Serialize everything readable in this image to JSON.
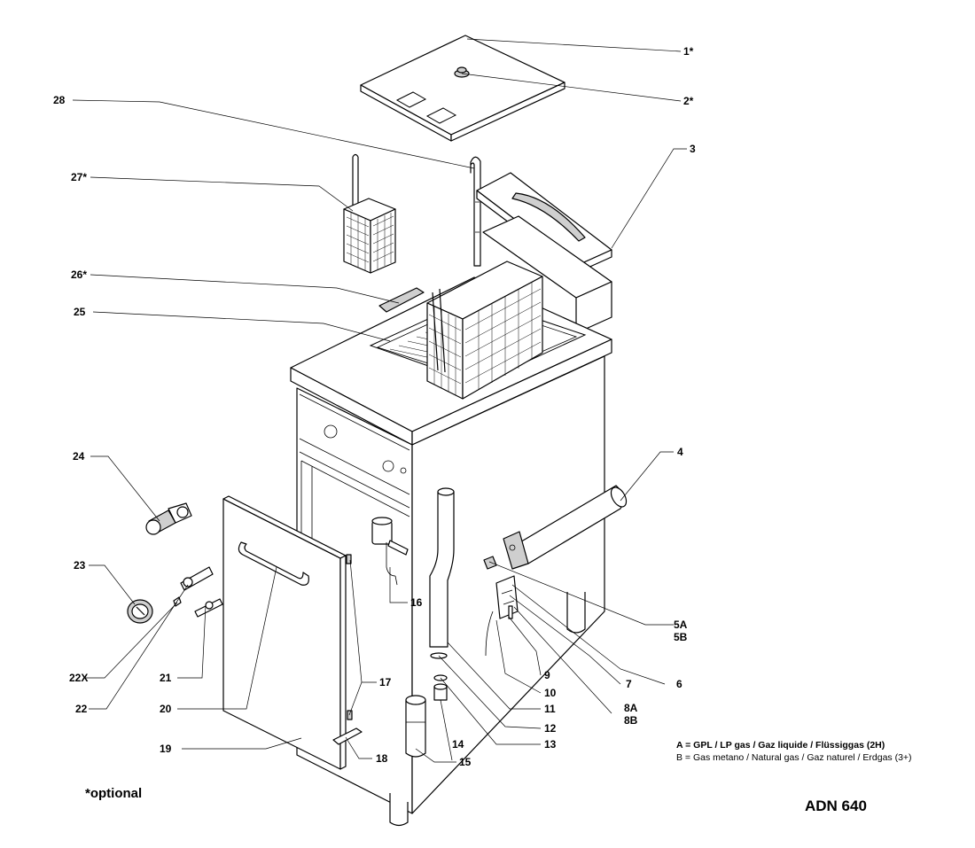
{
  "parts": [
    {
      "id": "p1",
      "label": "1*"
    },
    {
      "id": "p2",
      "label": "2*"
    },
    {
      "id": "p3",
      "label": "3"
    },
    {
      "id": "p4",
      "label": "4"
    },
    {
      "id": "p5a",
      "label": "5A"
    },
    {
      "id": "p5b",
      "label": "5B"
    },
    {
      "id": "p6",
      "label": "6"
    },
    {
      "id": "p7",
      "label": "7"
    },
    {
      "id": "p8a",
      "label": "8A"
    },
    {
      "id": "p8b",
      "label": "8B"
    },
    {
      "id": "p9",
      "label": "9"
    },
    {
      "id": "p10",
      "label": "10"
    },
    {
      "id": "p11",
      "label": "11"
    },
    {
      "id": "p12",
      "label": "12"
    },
    {
      "id": "p13",
      "label": "13"
    },
    {
      "id": "p14",
      "label": "14"
    },
    {
      "id": "p15",
      "label": "15"
    },
    {
      "id": "p16",
      "label": "16"
    },
    {
      "id": "p17",
      "label": "17"
    },
    {
      "id": "p18",
      "label": "18"
    },
    {
      "id": "p19",
      "label": "19"
    },
    {
      "id": "p20",
      "label": "20"
    },
    {
      "id": "p21",
      "label": "21"
    },
    {
      "id": "p22",
      "label": "22"
    },
    {
      "id": "p22x",
      "label": "22X"
    },
    {
      "id": "p23",
      "label": "23"
    },
    {
      "id": "p24",
      "label": "24"
    },
    {
      "id": "p25",
      "label": "25"
    },
    {
      "id": "p26",
      "label": "26*"
    },
    {
      "id": "p27",
      "label": "27*"
    },
    {
      "id": "p28",
      "label": "28"
    }
  ],
  "legend": {
    "a": "A = GPL / LP gas / Gaz liquide / Flüssiggas (2H)",
    "b": "B = Gas metano / Natural gas / Gaz naturel / Erdgas (3+)"
  },
  "note": "*optional",
  "model": "ADN 640"
}
